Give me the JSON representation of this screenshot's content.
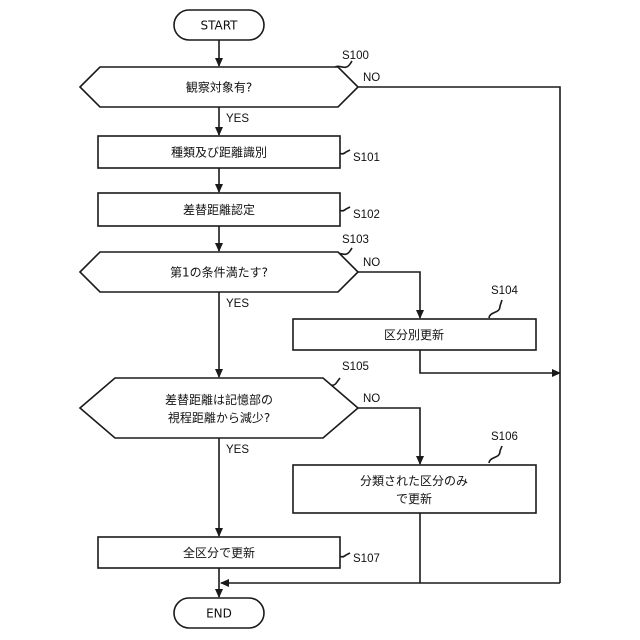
{
  "nodes": {
    "start": "START",
    "s100_text": "観察対象有?",
    "s101_text": "種類及び距離識別",
    "s102_text": "差替距離認定",
    "s103_text": "第1の条件満たす?",
    "s104_text": "区分別更新",
    "s105_text_line1": "差替距離は記憶部の",
    "s105_text_line2": "視程距離から減少?",
    "s106_text_line1": "分類された区分のみ",
    "s106_text_line2": "で更新",
    "s107_text": "全区分で更新",
    "end": "END"
  },
  "step_labels": {
    "s100": "S100",
    "s101": "S101",
    "s102": "S102",
    "s103": "S103",
    "s104": "S104",
    "s105": "S105",
    "s106": "S106",
    "s107": "S107"
  },
  "branch_labels": {
    "yes": "YES",
    "no": "NO"
  }
}
